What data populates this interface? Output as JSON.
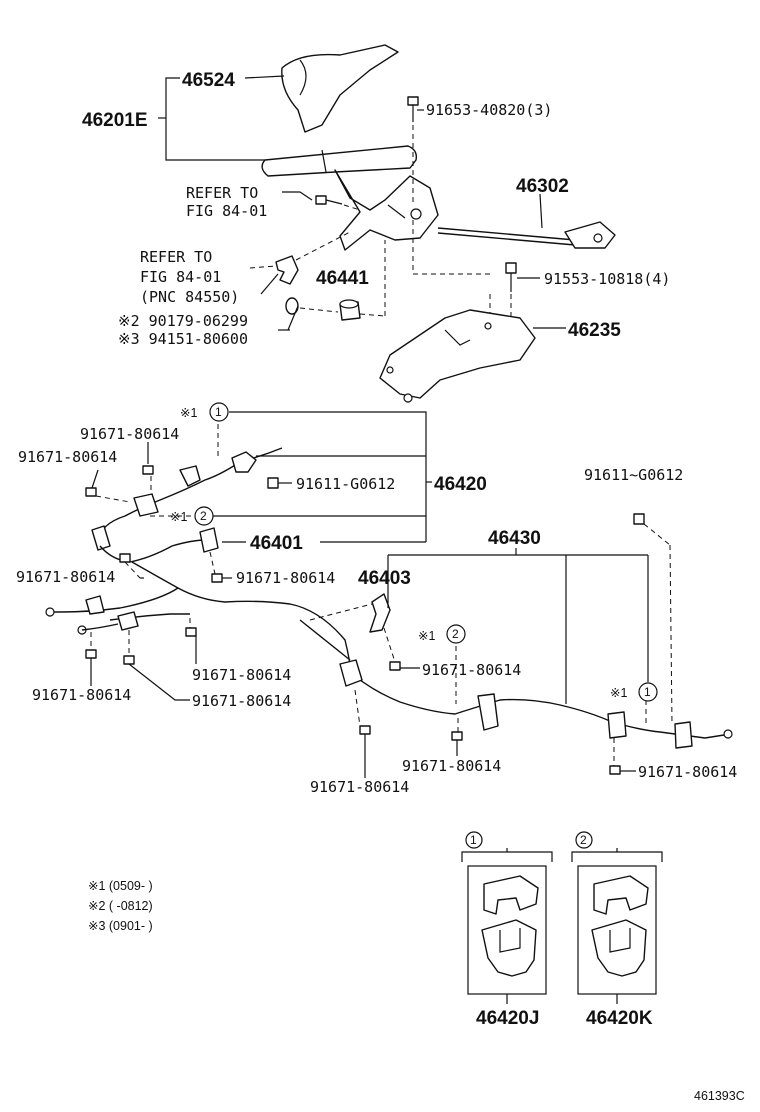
{
  "labels": {
    "p46524": "46524",
    "p46201E": "46201E",
    "p91653": "91653-40820(3)",
    "refer1_a": "REFER TO",
    "refer1_b": "FIG 84-01",
    "p46302": "46302",
    "refer2_a": "REFER TO",
    "refer2_b": "FIG 84-01",
    "refer2_c": "(PNC 84550)",
    "p46441": "46441",
    "p91553": "91553-10818(4)",
    "p90179": "※2 90179-06299",
    "p94151": "※3 94151-80600",
    "p46235": "46235",
    "m1a": "※1",
    "c1a": "1",
    "p91671_a": "91671-80614",
    "p91671_b": "91671-80614",
    "p91611_a": "91611-G0612",
    "p46420": "46420",
    "m1b": "※1",
    "c2a": "2",
    "p46401": "46401",
    "p91671_c": "91671-80614",
    "p91671_d": "91671-80614",
    "p46403": "46403",
    "p46430": "46430",
    "p91611_b": "91611~G0612",
    "m1c": "※1",
    "c2b": "2",
    "p91671_e": "91671-80614",
    "p91671_f": "91671-80614",
    "p91671_g": "91671-80614",
    "p91671_h": "91671-80614",
    "m1d": "※1",
    "c1b": "1",
    "p91671_i": "91671-80614",
    "p91671_j": "91671-80614",
    "p91671_k": "91671-80614",
    "c1_box": "1",
    "c2_box": "2",
    "p46420J": "46420J",
    "p46420K": "46420K",
    "fig_number": "461393C"
  },
  "notes": [
    "※1 (0509-       )",
    "※2 (       -0812)",
    "※3 (0901-       )"
  ]
}
